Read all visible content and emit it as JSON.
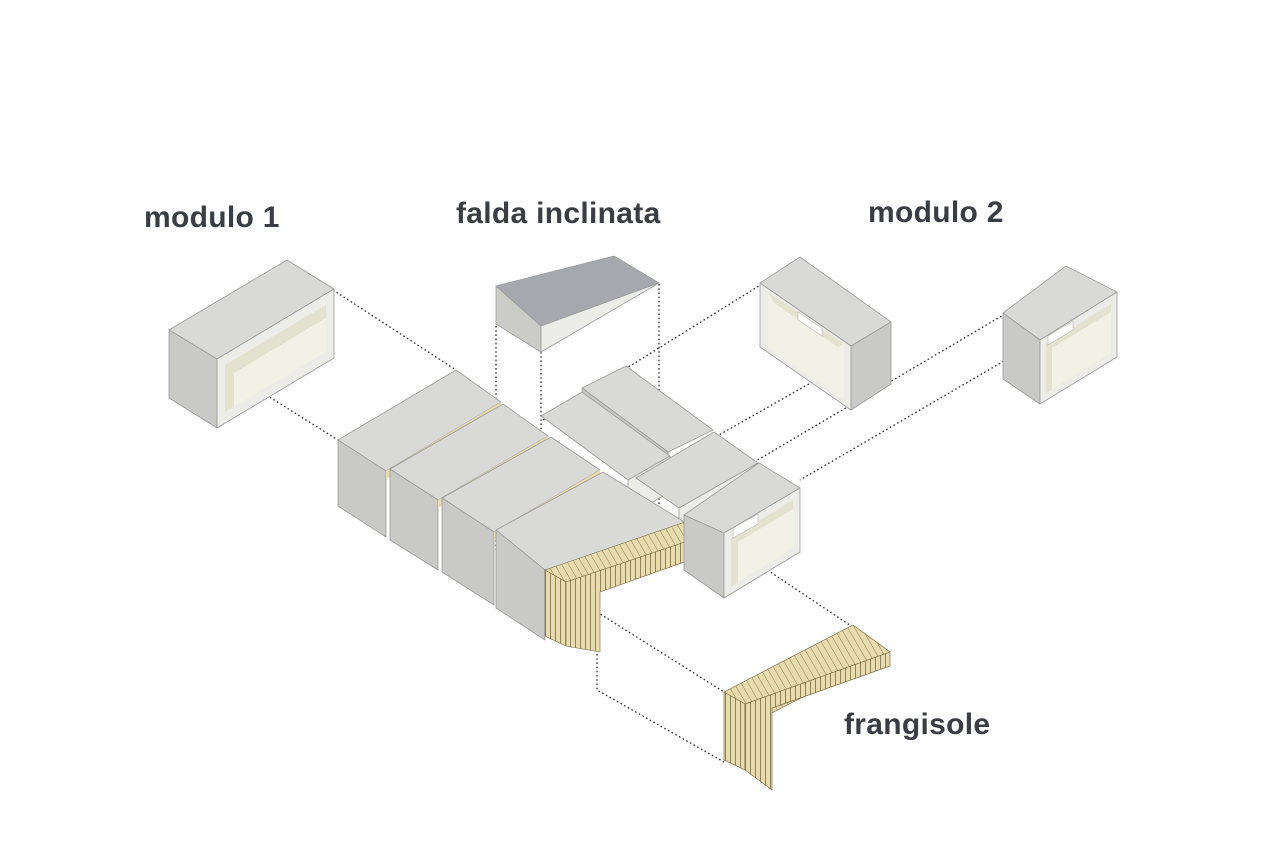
{
  "labels": {
    "module_1": "modulo 1",
    "sloped_roof": "falda inclinata",
    "module_2": "modulo 2",
    "sunscreen": "frangisole"
  },
  "colors": {
    "top_face": "#d9d9d7",
    "front_face": "#c9c9c7",
    "side_face": "#ecece9",
    "interior_light": "#f2f1e6",
    "interior_shade": "#e5e3d2",
    "roof_top": "#a7a8ae",
    "louver": "#e8dcae",
    "louver_line": "#7a6d45",
    "guide_line": "#2b2b2b",
    "label_text": "#3a3d42"
  }
}
